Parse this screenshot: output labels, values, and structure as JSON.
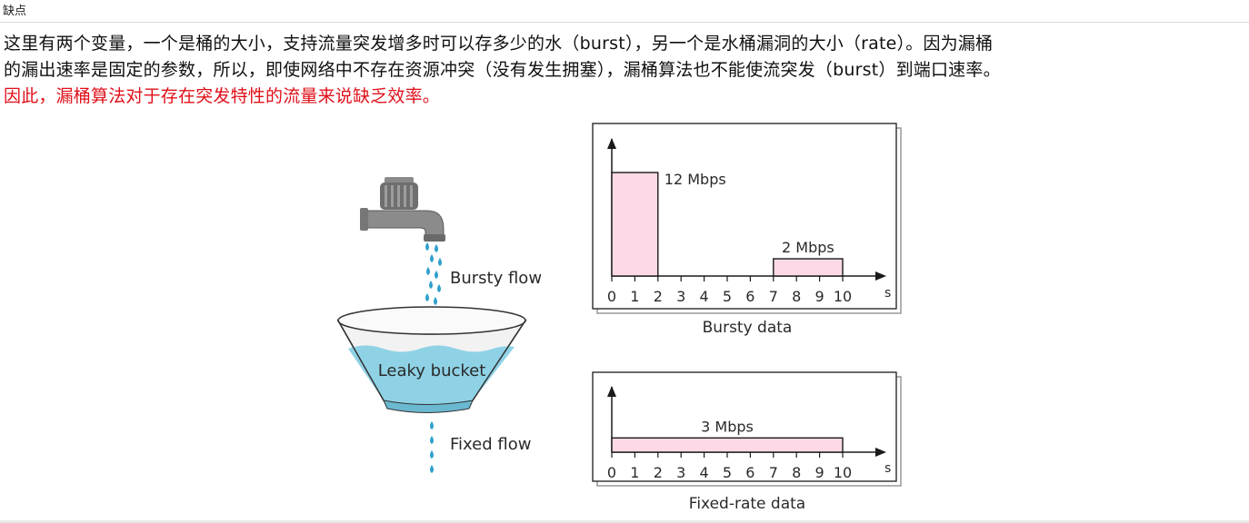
{
  "section_title": "缺点",
  "paragraph": {
    "line1": "这里有两个变量，一个是桶的大小，支持流量突发增多时可以存多少的水（burst），另一个是水桶漏洞的大小（rate）。因为漏桶",
    "line2": "的漏出速率是固定的参数，所以，即使网络中不存在资源冲突（没有发生拥塞），漏桶算法也不能使流突发（burst）到端口速率。",
    "line3_red": "因此，漏桶算法对于存在突发特性的流量来说缺乏效率。"
  },
  "figure": {
    "bursty_flow_label": "Bursty flow",
    "bucket_label": "Leaky bucket",
    "fixed_flow_label": "Fixed flow",
    "water_color": "#8fd2e6",
    "drop_color": "#2fa0cc",
    "bar_fill": "#fbd9e7",
    "bar_stroke": "#1a1a1a"
  },
  "chart_data": [
    {
      "type": "bar",
      "title": "Bursty data",
      "xlabel": "s",
      "ylabel": "",
      "x_ticks": [
        "0",
        "1",
        "2",
        "3",
        "4",
        "5",
        "6",
        "7",
        "8",
        "9",
        "10"
      ],
      "xlim": [
        0,
        10
      ],
      "segments": [
        {
          "x_start": 0,
          "x_end": 2,
          "value": 12,
          "label": "12 Mbps"
        },
        {
          "x_start": 7,
          "x_end": 10,
          "value": 2,
          "label": "2 Mbps"
        }
      ],
      "ylim": [
        0,
        16
      ]
    },
    {
      "type": "bar",
      "title": "Fixed-rate data",
      "xlabel": "s",
      "ylabel": "",
      "x_ticks": [
        "0",
        "1",
        "2",
        "3",
        "4",
        "5",
        "6",
        "7",
        "8",
        "9",
        "10"
      ],
      "xlim": [
        0,
        10
      ],
      "segments": [
        {
          "x_start": 0,
          "x_end": 10,
          "value": 3,
          "label": "3 Mbps"
        }
      ],
      "ylim": [
        0,
        16
      ]
    }
  ]
}
